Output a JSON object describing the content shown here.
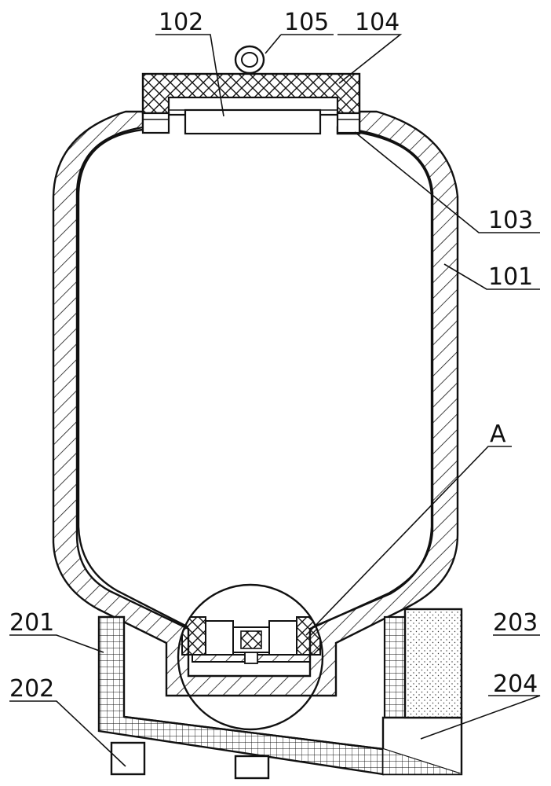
{
  "callouts": {
    "c102": "102",
    "c105": "105",
    "c104": "104",
    "c103": "103",
    "c101": "101",
    "cA": "A",
    "c201": "201",
    "c203": "203",
    "c202": "202",
    "c204": "204"
  },
  "colors": {
    "line": "#111111",
    "background": "#ffffff"
  }
}
